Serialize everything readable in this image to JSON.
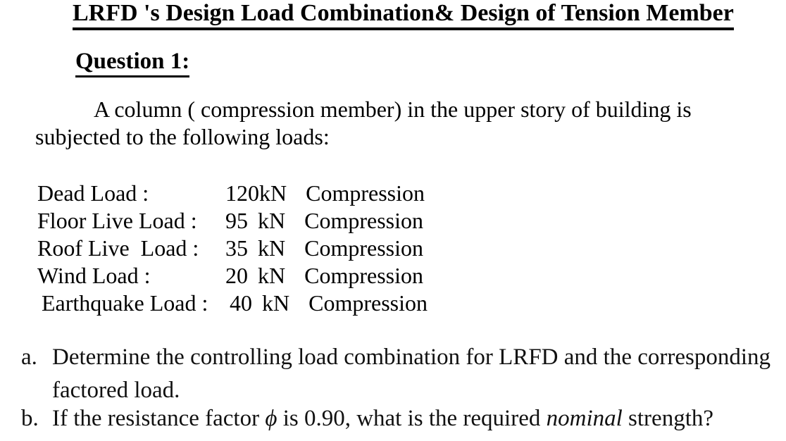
{
  "document": {
    "title": "LRFD 's Design Load Combination& Design of Tension Member",
    "question_heading": "Question 1:",
    "intro": {
      "line1": "A column ( compression member) in the upper story of building is",
      "line2": "subjected to the following loads:"
    },
    "loads": [
      {
        "label": "Dead Load :",
        "amount": "120",
        "unit": "kN",
        "condition": "Compression"
      },
      {
        "label": "Floor Live Load :",
        "amount": "95",
        "unit": "kN",
        "condition": "Compression"
      },
      {
        "label": "Roof Live  Load :",
        "amount": "35",
        "unit": "kN",
        "condition": "Compression"
      },
      {
        "label": "Wind Load :",
        "amount": "20",
        "unit": "kN",
        "condition": "Compression"
      },
      {
        "label": "Earthquake Load :",
        "amount": "40",
        "unit": "kN",
        "condition": "Compression"
      }
    ],
    "questions": {
      "a": {
        "marker": "a.",
        "line1": "Determine the controlling load combination for LRFD and the corresponding",
        "line2": "factored load."
      },
      "b": {
        "marker": "b.",
        "pre": "If the resistance factor ",
        "phi": "ϕ",
        "mid": " is 0.90, what is the required ",
        "italic_word": "nominal",
        "post": " strength?"
      }
    }
  }
}
